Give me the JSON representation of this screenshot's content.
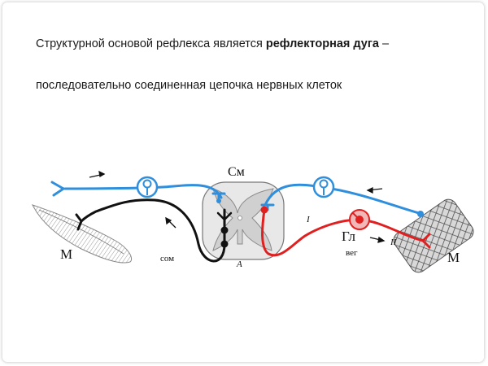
{
  "heading": {
    "part1": "Структурной основой рефлекса является ",
    "bold": "рефлекторная дуга",
    "part2": " –",
    "line2": "последовательно соединенная цепочка нервных клеток"
  },
  "diagram": {
    "labels": {
      "muscle_left": "М",
      "muscle_right": "М",
      "spinal_cord": "См",
      "ganglion": "Гл",
      "somatic": "сом",
      "vegetative": "вег",
      "letter_a": "А",
      "neuron_one": "I",
      "neuron_two": "II"
    },
    "colors": {
      "sensory": "#2f8fdd",
      "somatic_efferent": "#111111",
      "vegetative_efferent": "#e02020",
      "cord_fill": "#e6e6e6"
    }
  }
}
